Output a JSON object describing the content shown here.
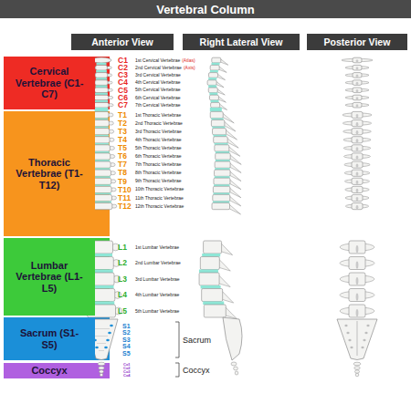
{
  "diagram": {
    "title": "Vertebral Column",
    "nodes": [
      {
        "text": [
          "Anterior View"
        ]
      },
      {
        "text": [
          "Right Lateral View"
        ]
      },
      {
        "text": [
          "Posterior View"
        ]
      },
      {
        "text": [
          "Cervical Vertebrae (C1-C7)"
        ]
      },
      {
        "text": [
          "Thoracic Vertebrae (T1-T12)"
        ]
      },
      {
        "text": [
          "Lumbar Vertebrae (L1-L5)"
        ]
      },
      {
        "text": [
          "Sacrum (S1-S5)"
        ]
      },
      {
        "text": [
          "Coccyx"
        ]
      }
    ],
    "labels": [
      "C1",
      "1st Cervical Vertebrae",
      "(Atlas)",
      "C2",
      "2nd Cervical Vertebrae",
      "(Axis)",
      "C3",
      "3rd Cervical Vertebrae",
      "C4",
      "4th Cervical Vertebrae",
      "C5",
      "5th Cervical Vertebrae",
      "C6",
      "6th Cervical Vertebrae",
      "C7",
      "7th Cervical Vertebrae",
      "T1",
      "1st Thoracic Vertebrae",
      "T2",
      "2nd Thoracic Vertebrae",
      "T3",
      "3rd Thoracic Vertebrae",
      "T4",
      "4th Thoracic Vertebrae",
      "T5",
      "5th Thoracic Vertebrae",
      "T6",
      "6th Thoracic Vertebrae",
      "T7",
      "7th Thoracic Vertebrae",
      "T8",
      "8th Thoracic Vertebrae",
      "T9",
      "9th Thoracic Vertebrae",
      "T10",
      "10th Thoracic Vertebrae",
      "T11",
      "11th Thoracic Vertebrae",
      "T12",
      "12th Thoracic Vertebrae",
      "L1",
      "1st Lumbar Vertebrae",
      "L2",
      "2nd Lumbar Vertebrae",
      "L3",
      "3rd Lumbar Vertebrae",
      "L4",
      "4th Lumbar Vertebrae",
      "L5",
      "5th Lumbar Vertebrae",
      "S1",
      "S2",
      "S3",
      "S4",
      "S5",
      "Sacrum",
      "Co1",
      "Co2",
      "Co3",
      "Co4",
      "Coccyx"
    ]
  }
}
